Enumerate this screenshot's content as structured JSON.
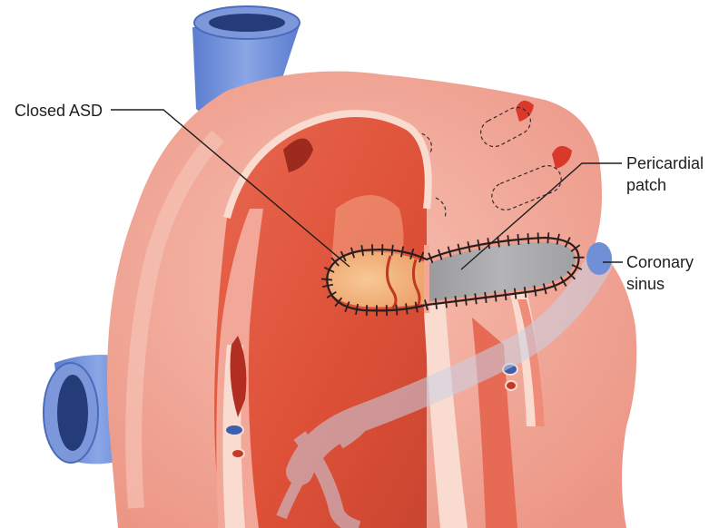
{
  "labels": {
    "closed_asd": "Closed ASD",
    "pericardial_line1": "Pericardial",
    "pericardial_line2": "patch",
    "coronary_line1": "Coronary",
    "coronary_line2": "sinus"
  },
  "colors": {
    "heart_outer": "#f2a798",
    "heart_outer_light": "#f7c3b7",
    "heart_inner": "#e0573f",
    "heart_inner_dark": "#c43a29",
    "vessel_blue": "#6f8fd6",
    "vessel_blue_dark": "#3e5fae",
    "patch_gray": "#a3a3a5",
    "closed_asd_orange": "#f3b47d",
    "coronary_sinus_band": "#c9d2e6",
    "septum_pale": "#f9dbcf",
    "suture": "#2a1f20",
    "appendage_red": "#d9382b"
  }
}
